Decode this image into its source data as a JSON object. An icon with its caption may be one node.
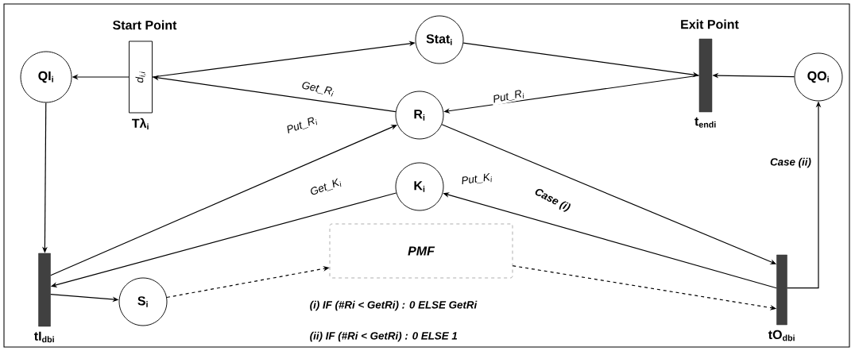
{
  "diagram": {
    "nodes": [
      {
        "text": [
          "Start Point",
          "d$_{i,i}$"
        ],
        "beside": [
          "Tλ$_{i}$"
        ]
      },
      {
        "text": [
          "QI$_{i}$"
        ]
      },
      {
        "text": [
          "Stat$_{i}$"
        ]
      },
      {
        "text": [
          "R$_{i}$"
        ]
      },
      {
        "text": [
          "K$_{i}$"
        ]
      },
      {
        "text": [
          "Exit Point"
        ],
        "beside": [
          "t$_{endi}$"
        ]
      },
      {
        "text": [
          "QO$_{i}$"
        ]
      },
      {
        "text": [],
        "shape": "bar",
        "beside": [
          "tI$_{dbi}$"
        ]
      },
      {
        "text": [
          "S$_{i}$"
        ]
      },
      {
        "text": [
          "PMF"
        ]
      },
      {
        "text": [],
        "shape": "bar",
        "beside": [
          "tO$_{dbi}$"
        ]
      }
    ],
    "edges": [
      {
        "from": 0,
        "to": 1,
        "arrow": "to"
      },
      {
        "from": 0,
        "to": 2,
        "arrow": "to"
      },
      {
        "from": 3,
        "to": 0,
        "arrow": "to",
        "label": "Get_R$_{i}$"
      },
      {
        "from": 2,
        "to": 5,
        "arrow": "to"
      },
      {
        "from": 5,
        "to": 3,
        "arrow": "to",
        "label": "Put_R$_{i}$"
      },
      {
        "from": 6,
        "to": 5,
        "arrow": "to"
      },
      {
        "from": 1,
        "to": 7,
        "arrow": "to"
      },
      {
        "from": 7,
        "to": 3,
        "arrow": "to",
        "label": "Put_R$_{i}$"
      },
      {
        "from": 4,
        "to": 7,
        "arrow": "to",
        "label": "Get_K$_{i}$"
      },
      {
        "from": 10,
        "to": 4,
        "arrow": "to",
        "label": "Put_K$_{i}$"
      },
      {
        "from": 3,
        "to": 10,
        "arrow": "to",
        "label": "Case (i)"
      },
      {
        "from": 10,
        "to": 6,
        "arrow": "to",
        "label": "Case (ii)"
      },
      {
        "from": 7,
        "to": 8,
        "arrow": "to"
      },
      {
        "from": 8,
        "to": 9,
        "arrow": "to",
        "style": "dashed"
      },
      {
        "from": 9,
        "to": 10,
        "arrow": "to",
        "style": "dashed"
      }
    ],
    "labels": [
      "(i) IF (#Ri < GetRi) : 0  ELSE GetRi",
      "(ii) IF (#Ri < GetRi) : 0  ELSE 1"
    ]
  }
}
